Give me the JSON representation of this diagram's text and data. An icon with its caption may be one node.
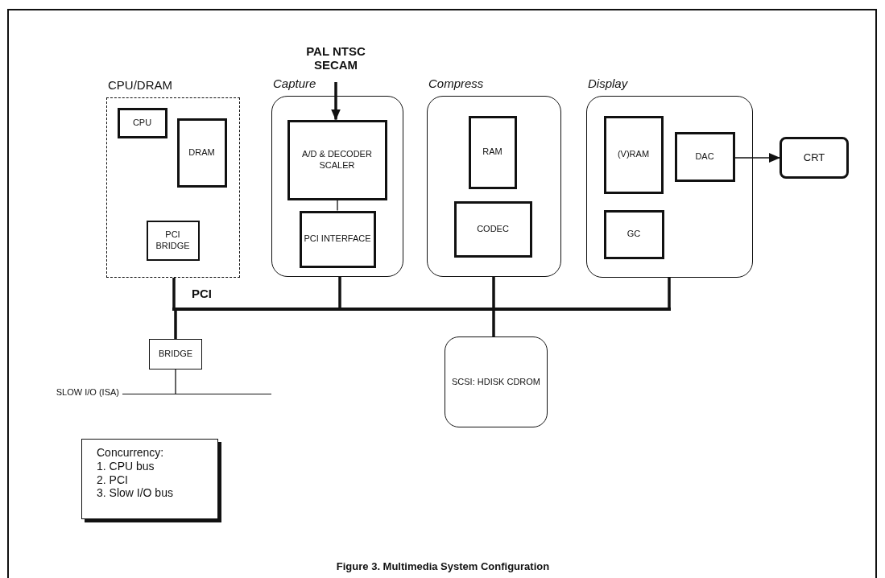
{
  "diagram": {
    "caption": "Figure 3. Multimedia System Configuration",
    "nodes": [
      {
        "text": [
          "CPU/DRAM"
        ]
      },
      {
        "text": [
          "CPU"
        ],
        "in": 0
      },
      {
        "text": [
          "DRAM"
        ],
        "in": 0
      },
      {
        "text": [
          "PCI BRIDGE"
        ],
        "in": 0
      },
      {
        "text": [
          "Capture"
        ]
      },
      {
        "text": [
          "A/D & DECODER SCALER"
        ],
        "in": 4
      },
      {
        "text": [
          "PCI INTERFACE"
        ],
        "in": 4
      },
      {
        "text": [
          "Compress"
        ]
      },
      {
        "text": [
          "RAM"
        ],
        "in": 7
      },
      {
        "text": [
          "CODEC"
        ],
        "in": 7
      },
      {
        "text": [
          "Display"
        ]
      },
      {
        "text": [
          "(V)RAM"
        ],
        "in": 10
      },
      {
        "text": [
          "DAC"
        ],
        "in": 10
      },
      {
        "text": [
          "GC"
        ],
        "in": 10
      },
      {
        "text": [
          "CRT"
        ]
      },
      {
        "text": [
          "PAL NTSC SECAM"
        ]
      },
      {
        "text": [
          "BRIDGE"
        ]
      },
      {
        "text": [
          "SCSI: HDISK CDROM"
        ]
      },
      {
        "text": [],
        "shape": "bar",
        "beside": [
          "PCI"
        ]
      },
      {
        "text": [],
        "shape": "bar",
        "beside": [
          "SLOW I/O (ISA)"
        ]
      },
      {
        "text": [
          "Concurrency:",
          "1. CPU bus",
          "2. PCI",
          "3. Slow I/O bus"
        ]
      }
    ],
    "edges": [
      {
        "from": 15,
        "to": 5,
        "arrow": "to"
      },
      {
        "from": 5,
        "to": 6,
        "arrow": "none"
      },
      {
        "from": 0,
        "to": 18,
        "arrow": "none"
      },
      {
        "from": 4,
        "to": 18,
        "arrow": "none"
      },
      {
        "from": 7,
        "to": 18,
        "arrow": "none"
      },
      {
        "from": 10,
        "to": 18,
        "arrow": "none"
      },
      {
        "from": 18,
        "to": 16,
        "arrow": "none"
      },
      {
        "from": 18,
        "to": 17,
        "arrow": "none"
      },
      {
        "from": 16,
        "to": 19,
        "arrow": "none"
      },
      {
        "from": 12,
        "to": 14,
        "arrow": "to"
      }
    ]
  }
}
